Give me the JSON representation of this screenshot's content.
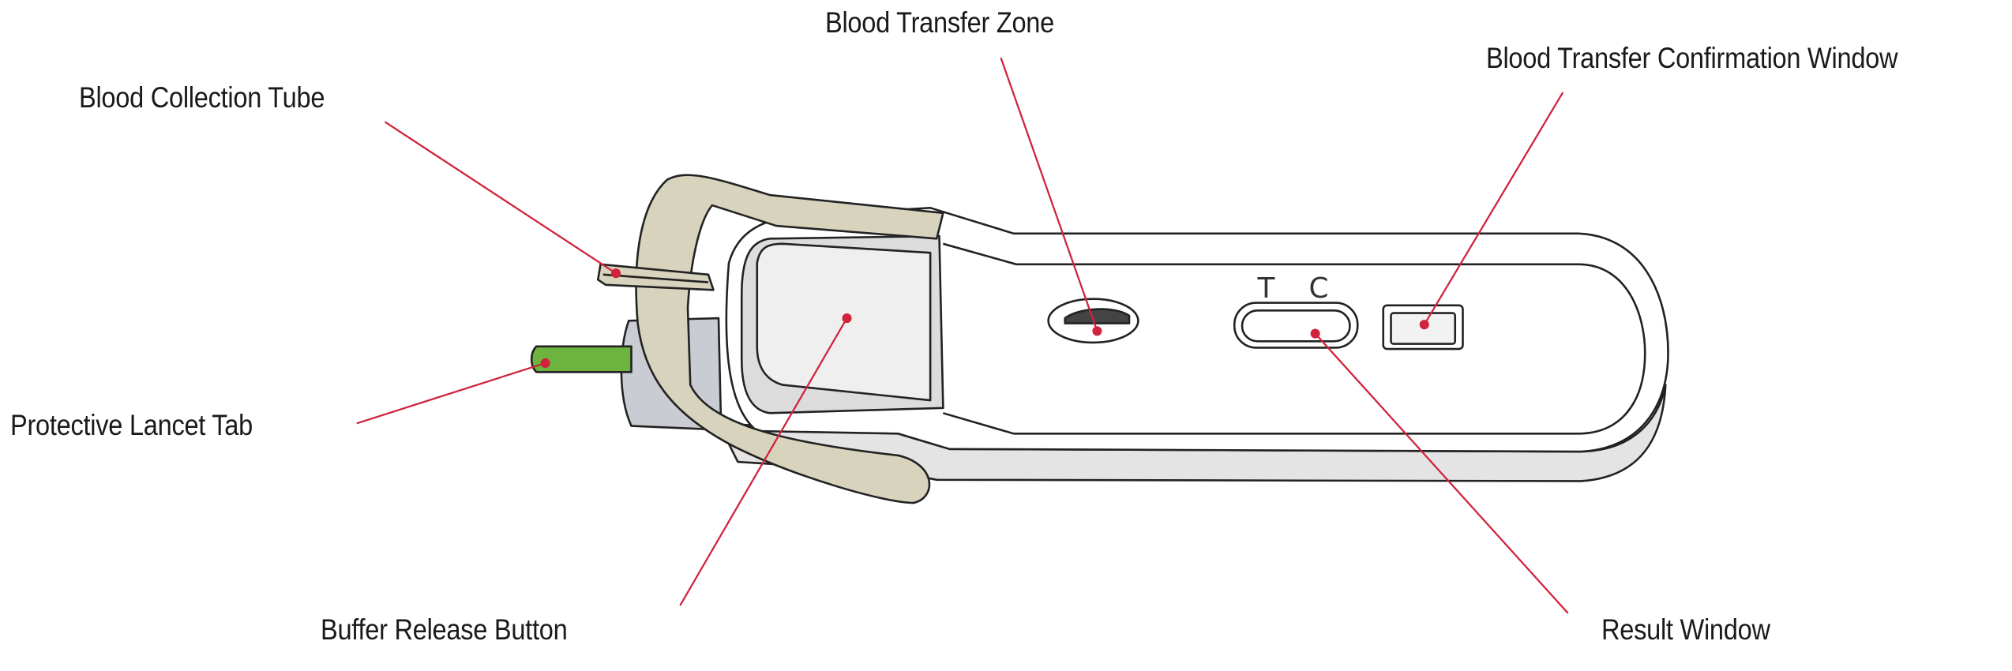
{
  "labels": {
    "blood_transfer_zone": "Blood Transfer Zone",
    "blood_collection_tube": "Blood Collection Tube",
    "blood_transfer_confirmation_window": "Blood Transfer Confirmation Window",
    "protective_lancet_tab": "Protective Lancet Tab",
    "buffer_release_button": "Buffer Release Button",
    "result_window": "Result Window"
  },
  "device_markings": {
    "test": "T",
    "control": "C"
  },
  "colors": {
    "leader_line": "#d0233c",
    "strap": "#d8d3bd",
    "lancet_tab": "#6db33f",
    "body": "#ffffff",
    "body_side": "#e4e4e4",
    "button": "#efefef"
  }
}
